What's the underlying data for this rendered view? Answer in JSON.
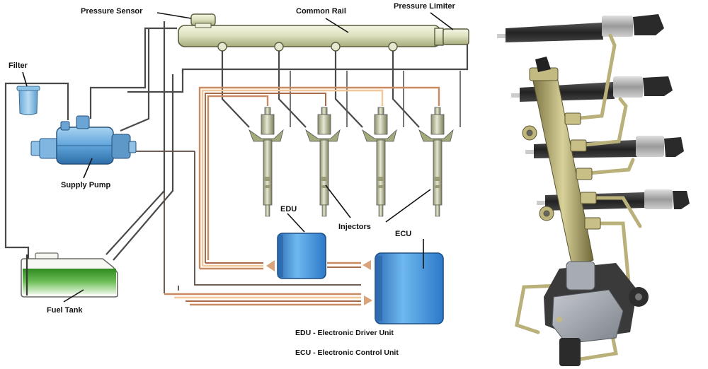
{
  "title": "Common Rail Diesel Injection System",
  "labels": {
    "pressure_sensor": "Pressure Sensor",
    "common_rail": "Common Rail",
    "pressure_limiter": "Pressure Limiter",
    "filter": "Filter",
    "supply_pump": "Supply Pump",
    "fuel_tank": "Fuel Tank",
    "edu": "EDU",
    "ecu": "ECU",
    "injectors": "Injectors"
  },
  "legend": [
    {
      "abbr": "EDU",
      "text": "EDU - Electronic Driver Unit"
    },
    {
      "abbr": "ECU",
      "text": "ECU - Electronic Control Unit"
    }
  ],
  "injector_count": 4,
  "colors": {
    "rail": "#d9dcb8",
    "pump_blue": "#5ea8dd",
    "control_unit_blue": "#3f8fd6",
    "fuel_green": "#3f9a2e",
    "wire_copper": "#c98a62",
    "pipe_gray": "#4a4a48",
    "brass": "#b8b07a"
  },
  "photo": {
    "description": "3D render of common rail with four injectors and high-pressure pump"
  }
}
